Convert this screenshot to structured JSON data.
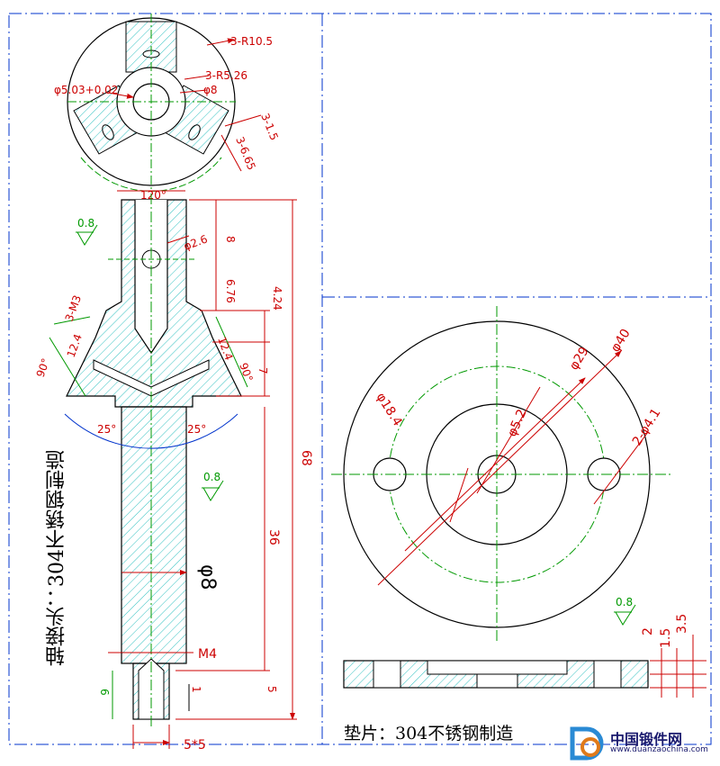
{
  "shaft": {
    "title": "轴接头：304不锈钢制造",
    "labels": {
      "r_outer": "3-R10.5",
      "r_inner": "3-R5.26",
      "bore": "φ5.03+0.02",
      "phi8_top": "φ8",
      "w15": "3-1.5",
      "w665": "3-6.65",
      "ang120": "120°",
      "pin": "φ2.6",
      "d8": "8",
      "d676": "6.76",
      "d424": "4.24",
      "m3": "3-M3",
      "a25": "12.4",
      "a25b": "12.4",
      "ang90l": "90°",
      "ang90r": "90°",
      "d7": "7",
      "ang25l": "25°",
      "ang25r": "25°",
      "d68": "68",
      "d36": "36",
      "phi8_shaft": "φ8",
      "m4": "M4",
      "d5": "5",
      "d6": "6",
      "d1": "1",
      "slot": "5*5"
    },
    "rough1": "0.8",
    "rough2": "0.8"
  },
  "washer": {
    "title": "垫片：304不锈钢制造",
    "labels": {
      "d184": "φ18.4",
      "d52": "φ5.2",
      "d29": "φ29",
      "d40": "φ40",
      "holes": "2-φ4.1",
      "t2": "2",
      "t15": "1.5",
      "t35": "3.5"
    },
    "rough": "0.8"
  },
  "watermark": {
    "cn": "中国锻件网",
    "en": "www.duanzaochina.com"
  },
  "colors": {
    "outline": "#000000",
    "dimension": "#cc0000",
    "center": "#009900",
    "hatch": "#00b3b3",
    "frame": "#0033cc"
  }
}
